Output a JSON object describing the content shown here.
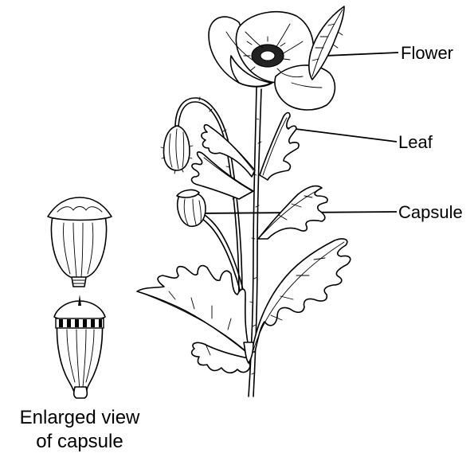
{
  "labels": {
    "flower": "Flower",
    "leaf": "Leaf",
    "capsule": "Capsule"
  },
  "caption": {
    "line1": "Enlarged view",
    "line2": "of capsule"
  }
}
